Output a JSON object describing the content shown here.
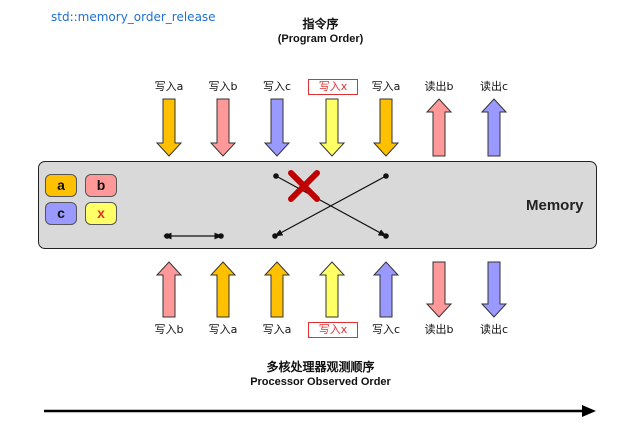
{
  "corner_title": "std::memory_order_release",
  "program_order": {
    "title_zh": "指令序",
    "title_en": "(Program Order)"
  },
  "observed_order": {
    "title_zh": "多核处理器观测顺序",
    "title_en": "Processor Observed Order"
  },
  "memory_label": "Memory",
  "variables": [
    {
      "id": "a",
      "label": "a",
      "fill": "#ffc000",
      "text_color": "#111111"
    },
    {
      "id": "b",
      "label": "b",
      "fill": "#ff9999",
      "text_color": "#111111"
    },
    {
      "id": "c",
      "label": "c",
      "fill": "#9999ff",
      "text_color": "#111111"
    },
    {
      "id": "x",
      "label": "x",
      "fill": "#ffff66",
      "text_color": "#e23030"
    }
  ],
  "top_ops": [
    {
      "label": "写入a",
      "color": "#ffc000",
      "dir": "down",
      "boxed": false
    },
    {
      "label": "写入b",
      "color": "#ff9999",
      "dir": "down",
      "boxed": false
    },
    {
      "label": "写入c",
      "color": "#9999ff",
      "dir": "down",
      "boxed": false
    },
    {
      "label": "写入x",
      "color": "#ffff66",
      "dir": "down",
      "boxed": true
    },
    {
      "label": "写入a",
      "color": "#ffc000",
      "dir": "down",
      "boxed": false
    },
    {
      "label": "读出b",
      "color": "#ff9999",
      "dir": "up",
      "boxed": false
    },
    {
      "label": "读出c",
      "color": "#9999ff",
      "dir": "up",
      "boxed": false
    }
  ],
  "bottom_ops": [
    {
      "label": "写入b",
      "color": "#ff9999",
      "dir": "up",
      "boxed": false
    },
    {
      "label": "写入a",
      "color": "#ffc000",
      "dir": "up",
      "boxed": false
    },
    {
      "label": "写入a",
      "color": "#ffc000",
      "dir": "up",
      "boxed": false
    },
    {
      "label": "写入x",
      "color": "#ffff66",
      "dir": "up",
      "boxed": true
    },
    {
      "label": "写入c",
      "color": "#9999ff",
      "dir": "up",
      "boxed": false
    },
    {
      "label": "读出b",
      "color": "#ff9999",
      "dir": "down",
      "boxed": false
    },
    {
      "label": "读出c",
      "color": "#9999ff",
      "dir": "down",
      "boxed": false
    }
  ],
  "colors": {
    "cross_mark": "#c00000",
    "memory_fill": "#d9d9d9",
    "outline": "#333333"
  }
}
